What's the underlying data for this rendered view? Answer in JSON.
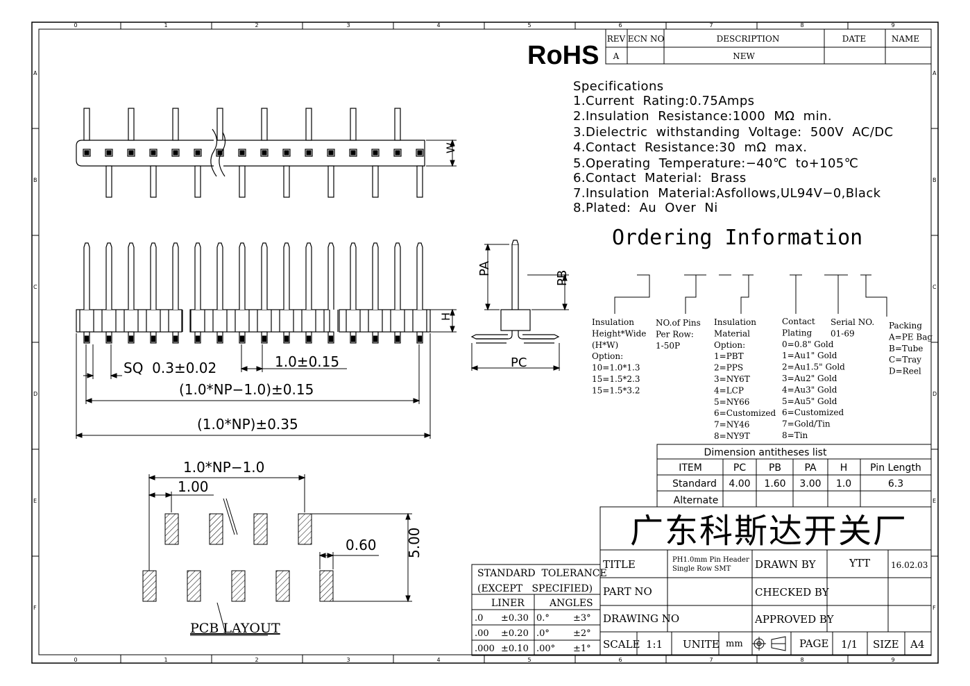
{
  "border": {
    "columns": [
      "0",
      "1",
      "2",
      "3",
      "4",
      "5",
      "6",
      "7",
      "8",
      "9"
    ],
    "rows": [
      "A",
      "B",
      "C",
      "D",
      "E",
      "F"
    ]
  },
  "rohs": "RoHS",
  "rev_block": {
    "headers": [
      "REV",
      "ECN NO",
      "DESCRIPTION",
      "DATE",
      "NAME"
    ],
    "row": [
      "A",
      "",
      "NEW",
      "",
      ""
    ]
  },
  "specs": {
    "heading": "Specifications",
    "items": [
      "1.Current  Rating:0.75Amps",
      "2.Insulation  Resistance:1000  MΩ  min.",
      "3.Dielectric  withstanding  Voltage:  500V  AC/DC",
      "4.Contact  Resistance:30  mΩ  max.",
      "5.Operating  Temperature:−40℃  to+105℃",
      "6.Contact  Material:  Brass",
      "7.Insulation  Material:Asfollows,UL94V−0,Black",
      "8.Plated:  Au  Over  Ni"
    ]
  },
  "ordering": {
    "title": "Ordering Information",
    "groups": [
      {
        "lines": [
          "Insulation",
          "Height*Wide",
          "(H*W)",
          "Option:",
          "10=1.0*1.3",
          "15=1.5*2.3",
          "15=1.5*3.2"
        ]
      },
      {
        "lines": [
          "NO.of Pins",
          "Per Row:",
          "1-50P"
        ]
      },
      {
        "lines": [
          "Insulation",
          "Material",
          "Option:",
          "1=PBT",
          "2=PPS",
          "3=NY6T",
          "4=LCP",
          "5=NY66",
          "6=Customized",
          "7=NY46",
          "8=NY9T"
        ]
      },
      {
        "lines": [
          "Contact",
          "Plating",
          "0=0.8\" Gold",
          "1=Au1\" Gold",
          "2=Au1.5\" Gold",
          "3=Au2\" Gold",
          "4=Au3\" Gold",
          "5=Au5\" Gold",
          "6=Customized",
          "7=Gold/Tin",
          "8=Tin"
        ]
      },
      {
        "lines": [
          "Serial NO.",
          "01-69"
        ]
      },
      {
        "lines": [
          "Packing",
          "A=PE Bag",
          "B=Tube",
          "C=Tray",
          "D=Reel"
        ]
      }
    ]
  },
  "dimension_table": {
    "title": "Dimension antitheses list",
    "headers": [
      "ITEM",
      "PC",
      "PB",
      "PA",
      "H",
      "Pin Length"
    ],
    "rows": [
      [
        "Standard",
        "4.00",
        "1.60",
        "3.00",
        "1.0",
        "6.3"
      ],
      [
        "Alternate",
        "",
        "",
        "",
        "",
        ""
      ]
    ]
  },
  "drawing_labels": {
    "W": "W",
    "H": "H",
    "PA": "PA",
    "PB": "PB",
    "PC": "PC",
    "sq": "SQ  0.3±0.02",
    "pitch": "1.0±0.15",
    "span": "(1.0*NP−1.0)±0.15",
    "overall": "(1.0*NP)±0.35",
    "pcb_span": "1.0*NP−1.0",
    "pcb_pitch": "1.00",
    "pcb_pad": "0.60",
    "pcb_height": "5.00",
    "pcb_title": "PCB LAYOUT"
  },
  "tolerance": {
    "title1": "STANDARD  TOLERANCE",
    "title2": "(EXCEPT   SPECIFIED)",
    "col1": "LINER",
    "col2": "ANGLES",
    "rows": [
      [
        ".0",
        "±0.30",
        "0.°",
        "±3°"
      ],
      [
        ".00",
        "±0.20",
        ".0°",
        "±2°"
      ],
      [
        ".000",
        "±0.10",
        ".00°",
        "±1°"
      ]
    ]
  },
  "title_block": {
    "company": "广东科斯达开关厂",
    "title_label": "TITLE",
    "title_line1": "PH1.0mm Pin Header",
    "title_line2": "Single Row SMT",
    "drawn_label": "DRAWN BY",
    "drawn_value": "YTT",
    "date_value": "16.02.03",
    "part_label": "PART NO",
    "checked_label": "CHECKED BY",
    "drawing_label": "DRAWING NO",
    "approved_label": "APPROVED BY",
    "scale_label": "SCALE",
    "scale_value": "1:1",
    "unite_label": "UNITE",
    "unite_value": "mm",
    "page_label": "PAGE",
    "page_value": "1/1",
    "size_label": "SIZE",
    "size_value": "A4"
  }
}
